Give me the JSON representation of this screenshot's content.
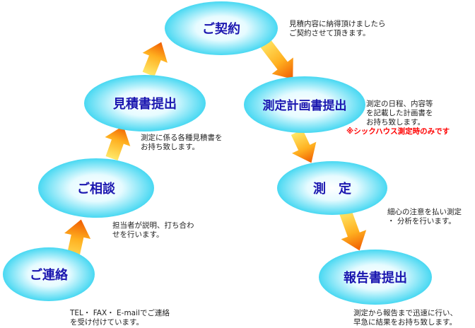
{
  "colors": {
    "ellipse_center": "#ffffff",
    "ellipse_edge": "#48d8f2",
    "label": "#1c18b0",
    "arrow_head": "#f05a00",
    "arrow_tail": "#ffe868",
    "warning": "#ff0000"
  },
  "steps": [
    {
      "id": "renraku",
      "label": "ご連絡"
    },
    {
      "id": "soudan",
      "label": "ご相談"
    },
    {
      "id": "mitsumori",
      "label": "見積書提出"
    },
    {
      "id": "keiyaku",
      "label": "ご契約"
    },
    {
      "id": "keikaku",
      "label": "測定計画書提出"
    },
    {
      "id": "sokutei",
      "label": "測　定"
    },
    {
      "id": "houkoku",
      "label": "報告書提出"
    }
  ],
  "notes": {
    "renraku": [
      "TEL・ FAX・ E-mailでご連絡",
      "を受け付けています。"
    ],
    "soudan": [
      "担当者が説明、打ち合わ",
      "せを行います。"
    ],
    "mitsumori": [
      "測定に係る各種見積書を",
      "お持ち致します。"
    ],
    "keiyaku": [
      "見積内容に納得頂けましたら",
      "ご契約させて頂きます。"
    ],
    "keikaku": [
      "測定の日程、内容等",
      "を記載した計画書を",
      "お持ち致します。"
    ],
    "keikaku_warning": "※シックハウス測定時のみです",
    "sokutei": [
      "細心の注意を払い測定",
      "・ 分析を行います。"
    ],
    "houkoku": [
      "測定から報告まで迅速に行い、",
      "早急に結果をお持ち致します。"
    ]
  }
}
